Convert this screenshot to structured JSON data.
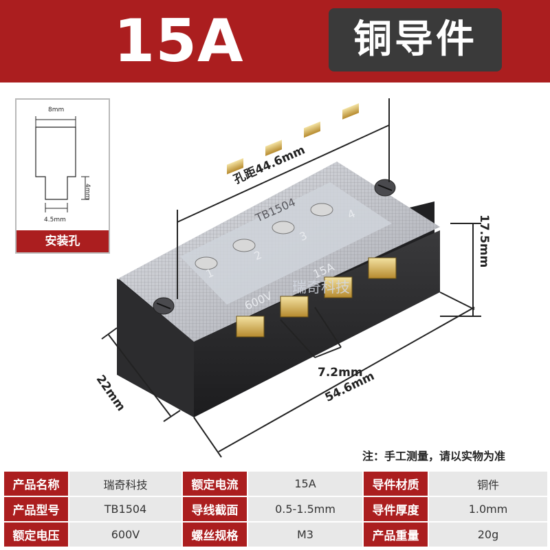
{
  "header": {
    "title": "15A",
    "badge": "铜导件"
  },
  "mounting_hole": {
    "caption": "安装孔",
    "width_top": "8mm",
    "height_right": "4mm",
    "width_bottom": "4.5mm"
  },
  "dimensions": {
    "hole_pitch": "孔距44.6mm",
    "height": "17.5mm",
    "depth": "22mm",
    "terminal_pitch": "7.2mm",
    "length": "54.6mm"
  },
  "product_markings": {
    "watermark": "瑞奇科技",
    "terminal_numbers": [
      "1",
      "2",
      "3",
      "4"
    ],
    "voltage_mark": "600V",
    "current_mark": "15A",
    "model_mark": "TB1504"
  },
  "note": "注：手工测量，请以实物为准",
  "specs": {
    "rows": [
      [
        {
          "label": "产品名称",
          "value": "瑞奇科技"
        },
        {
          "label": "额定电流",
          "value": "15A"
        },
        {
          "label": "导件材质",
          "value": "铜件"
        }
      ],
      [
        {
          "label": "产品型号",
          "value": "TB1504"
        },
        {
          "label": "导线截面",
          "value": "0.5-1.5mm"
        },
        {
          "label": "导件厚度",
          "value": "1.0mm"
        }
      ],
      [
        {
          "label": "额定电压",
          "value": "600V"
        },
        {
          "label": "螺丝规格",
          "value": "M3"
        },
        {
          "label": "产品重量",
          "value": "20g"
        }
      ]
    ]
  },
  "colors": {
    "brand_red": "#ab1e1f",
    "badge_dark": "#3a3a3a",
    "value_gray": "#e8e8e8"
  }
}
